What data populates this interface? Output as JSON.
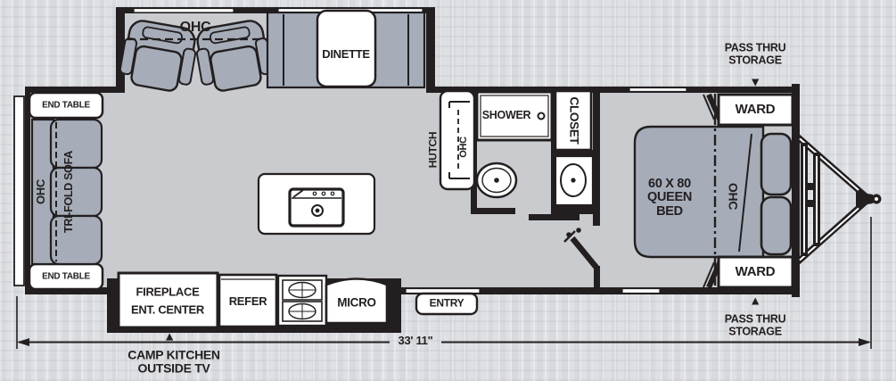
{
  "title": "Travel trailer floor plan",
  "colors": {
    "background": "#dbdde1",
    "floor": "#c9cbce",
    "furniture": "#a6adb9",
    "wall": "#231f20",
    "fixture": "#ffffff"
  },
  "icons": {
    "pass_thru_arrow_down": "▼",
    "pass_thru_arrow_up": "▲",
    "camp_kitchen_arrow_up": "▲"
  },
  "labels": {
    "ohc_dinette_slide": "OHC",
    "dinette": "DINETTE",
    "end_table_top": "END TABLE",
    "end_table_bottom": "END TABLE",
    "ohc_sofa": "OHC",
    "tri_fold_sofa": "TRI-FOLD SOFA",
    "hutch": "HUTCH",
    "ohc_hutch": "OHC",
    "shower": "SHOWER",
    "closet": "CLOSET",
    "ward_top": "WARD",
    "ward_bottom": "WARD",
    "pass_thru_top": {
      "line1": "PASS THRU",
      "line2": "STORAGE"
    },
    "pass_thru_bottom": {
      "line1": "PASS THRU",
      "line2": "STORAGE"
    },
    "bed": {
      "line1": "60 X 80",
      "line2": "QUEEN",
      "line3": "BED"
    },
    "ohc_bed": "OHC",
    "fireplace": {
      "line1": "FIREPLACE",
      "line2": "ENT. CENTER"
    },
    "refer": "REFER",
    "micro": "MICRO",
    "entry": "ENTRY",
    "camp_kitchen": {
      "line1": "CAMP KITCHEN",
      "line2": "OUTSIDE TV"
    },
    "overall_length": "33' 11\""
  }
}
